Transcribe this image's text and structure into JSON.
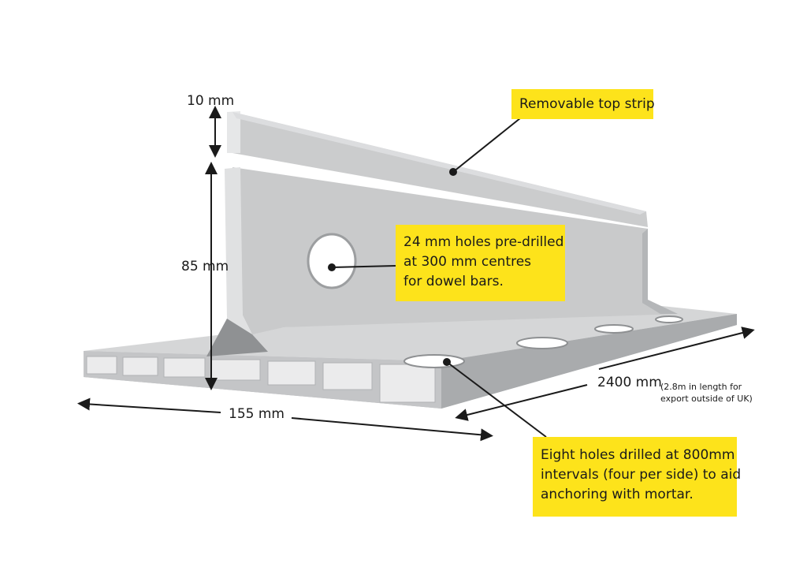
{
  "dimensions": {
    "top_strip_height": "10 mm",
    "body_height": "85 mm",
    "base_width": "155 mm",
    "length": "2400 mm",
    "length_note_1": "(2.8m in length for",
    "length_note_2": "export outside of UK)"
  },
  "callouts": {
    "top_strip": "Removable top strip",
    "holes_line1": "24 mm holes pre-drilled",
    "holes_line2": "at 300 mm centres",
    "holes_line3": "for dowel bars.",
    "base_line1": "Eight holes drilled at 800mm",
    "base_line2": "intervals (four per side) to aid",
    "base_line3": "anchoring with mortar."
  },
  "colors": {
    "callout_bg": "#fde31b",
    "profile_face": "#c9cacb",
    "profile_light": "#e2e3e4",
    "profile_dark": "#a6a8aa"
  }
}
